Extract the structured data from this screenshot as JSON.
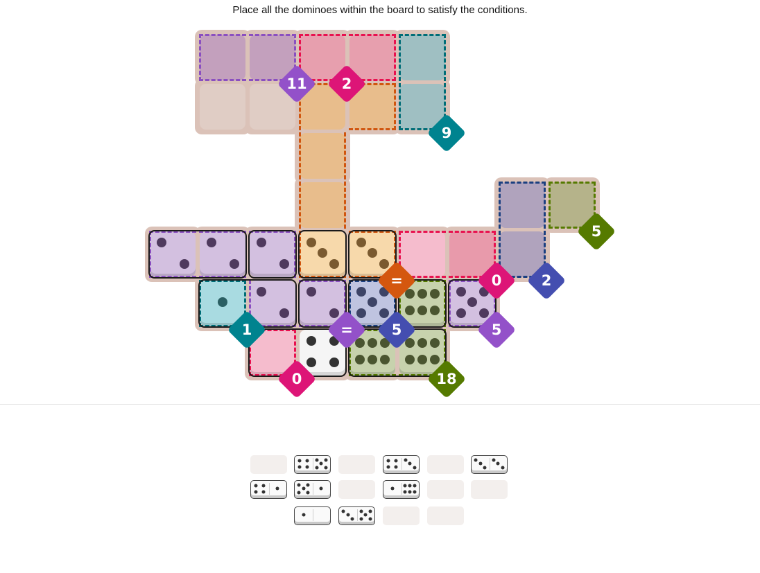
{
  "instruction": "Place all the dominoes within the board to satisfy the conditions.",
  "colors": {
    "board": "#dbc2b8"
  },
  "regions": {
    "p11": {
      "label": "11",
      "color": "#9351c9",
      "dash": "#8a4fc0",
      "fill": "#c3a0bd",
      "anchor": [
        0,
        2
      ]
    },
    "k2": {
      "label": "2",
      "color": "#dd1577",
      "dash": "#e8114f",
      "fill": "#e79fae",
      "anchor": [
        0,
        3
      ]
    },
    "t9": {
      "label": "9",
      "color": "#00838f",
      "dash": "#006d77",
      "fill": "#9fbfc2",
      "anchor": [
        1,
        5
      ]
    },
    "oeq": {
      "label": "=",
      "color": "#d4570f",
      "dash": "#d0560f",
      "fill": "#e8bd8c",
      "anchor": [
        4,
        4
      ]
    },
    "peq": {
      "label": "=",
      "color": "#9351c9",
      "dash": "#8a4fc0",
      "fill": "#d3c0e0",
      "anchor": [
        5,
        3
      ]
    },
    "r0": {
      "label": "0",
      "color": "#dd1577",
      "dash": "#e8114f",
      "fill": "#e89aab",
      "anchor": [
        4,
        6
      ]
    },
    "n2": {
      "label": "2",
      "color": "#444eb0",
      "dash": "#1a3f80",
      "fill": "#b0a3bd",
      "anchor": [
        4,
        7
      ]
    },
    "g5": {
      "label": "5",
      "color": "#557a00",
      "dash": "#557a00",
      "fill": "#b5b38a",
      "anchor": [
        3,
        8
      ]
    },
    "t1": {
      "label": "1",
      "color": "#00838f",
      "dash": "#006d77",
      "fill": "#a9dbe1",
      "anchor": [
        5,
        1
      ]
    },
    "b5": {
      "label": "5",
      "color": "#444eb0",
      "dash": "#1a3f80",
      "fill": "#bfc4e0",
      "anchor": [
        5,
        4
      ]
    },
    "g18": {
      "label": "18",
      "color": "#557a00",
      "dash": "#557a00",
      "fill": "#c7d2ad",
      "anchor": [
        6,
        5
      ]
    },
    "p5": {
      "label": "5",
      "color": "#9351c9",
      "dash": "#8a4fc0",
      "fill": "#d3c0e0",
      "anchor": [
        5,
        6
      ]
    },
    "k0": {
      "label": "0",
      "color": "#dd1577",
      "dash": "#e8114f",
      "fill": "#f5bccd",
      "anchor": [
        6,
        2
      ]
    }
  },
  "cells": [
    {
      "r": 0,
      "c": 1,
      "region": "p11"
    },
    {
      "r": 0,
      "c": 2,
      "region": "p11"
    },
    {
      "r": 0,
      "c": 3,
      "region": "k2"
    },
    {
      "r": 0,
      "c": 4,
      "region": "k2"
    },
    {
      "r": 0,
      "c": 5,
      "region": "t9"
    },
    {
      "r": 1,
      "c": 1
    },
    {
      "r": 1,
      "c": 2
    },
    {
      "r": 1,
      "c": 3,
      "region": "oeq"
    },
    {
      "r": 1,
      "c": 4,
      "region": "oeq"
    },
    {
      "r": 1,
      "c": 5,
      "region": "t9"
    },
    {
      "r": 2,
      "c": 3,
      "region": "oeq"
    },
    {
      "r": 3,
      "c": 3,
      "region": "oeq"
    },
    {
      "r": 3,
      "c": 7,
      "region": "n2"
    },
    {
      "r": 3,
      "c": 8,
      "region": "g5"
    },
    {
      "r": 4,
      "c": 0,
      "region": "peq",
      "pips": 2
    },
    {
      "r": 4,
      "c": 1,
      "region": "peq",
      "pips": 2
    },
    {
      "r": 4,
      "c": 2,
      "region": "peq",
      "pips": 2
    },
    {
      "r": 4,
      "c": 3,
      "region": "oeq",
      "pips": 3,
      "fill": "#f7d9ab"
    },
    {
      "r": 4,
      "c": 4,
      "region": "oeq",
      "pips": 3,
      "fill": "#f7d9ab"
    },
    {
      "r": 4,
      "c": 5,
      "region": "r0",
      "fill": "#f5bccd"
    },
    {
      "r": 4,
      "c": 6,
      "region": "r0"
    },
    {
      "r": 4,
      "c": 7,
      "region": "n2"
    },
    {
      "r": 5,
      "c": 1,
      "region": "t1",
      "pips": 1
    },
    {
      "r": 5,
      "c": 2,
      "region": "peq",
      "pips": 2
    },
    {
      "r": 5,
      "c": 3,
      "region": "peq",
      "pips": 2
    },
    {
      "r": 5,
      "c": 4,
      "region": "b5",
      "pips": 5
    },
    {
      "r": 5,
      "c": 5,
      "region": "g18",
      "pips": 6
    },
    {
      "r": 5,
      "c": 6,
      "region": "p5",
      "pips": 5
    },
    {
      "r": 6,
      "c": 2,
      "region": "k0",
      "pips": 0
    },
    {
      "r": 6,
      "c": 3,
      "pips": 4,
      "fill": "#f5f5f5"
    },
    {
      "r": 6,
      "c": 4,
      "region": "g18",
      "pips": 6
    },
    {
      "r": 6,
      "c": 5,
      "region": "g18",
      "pips": 6
    }
  ],
  "placed_dominoes": [
    [
      [
        4,
        0
      ],
      [
        4,
        1
      ]
    ],
    [
      [
        4,
        2
      ]
    ],
    [
      [
        4,
        3
      ]
    ],
    [
      [
        4,
        4
      ]
    ],
    [
      [
        5,
        1
      ],
      [
        5,
        2
      ]
    ],
    [
      [
        5,
        3
      ]
    ],
    [
      [
        5,
        4
      ]
    ],
    [
      [
        5,
        5
      ]
    ],
    [
      [
        5,
        6
      ]
    ],
    [
      [
        6,
        2
      ],
      [
        6,
        3
      ]
    ],
    [
      [
        6,
        4
      ],
      [
        6,
        5
      ]
    ]
  ],
  "tray": [
    [
      null,
      [
        4,
        5
      ],
      null,
      [
        4,
        3
      ],
      null,
      [
        3,
        3
      ]
    ],
    [
      [
        4,
        1
      ],
      [
        5,
        1
      ],
      null,
      [
        1,
        6
      ],
      null,
      null
    ],
    [
      [
        1,
        0
      ],
      [
        3,
        5
      ],
      null,
      null
    ]
  ]
}
